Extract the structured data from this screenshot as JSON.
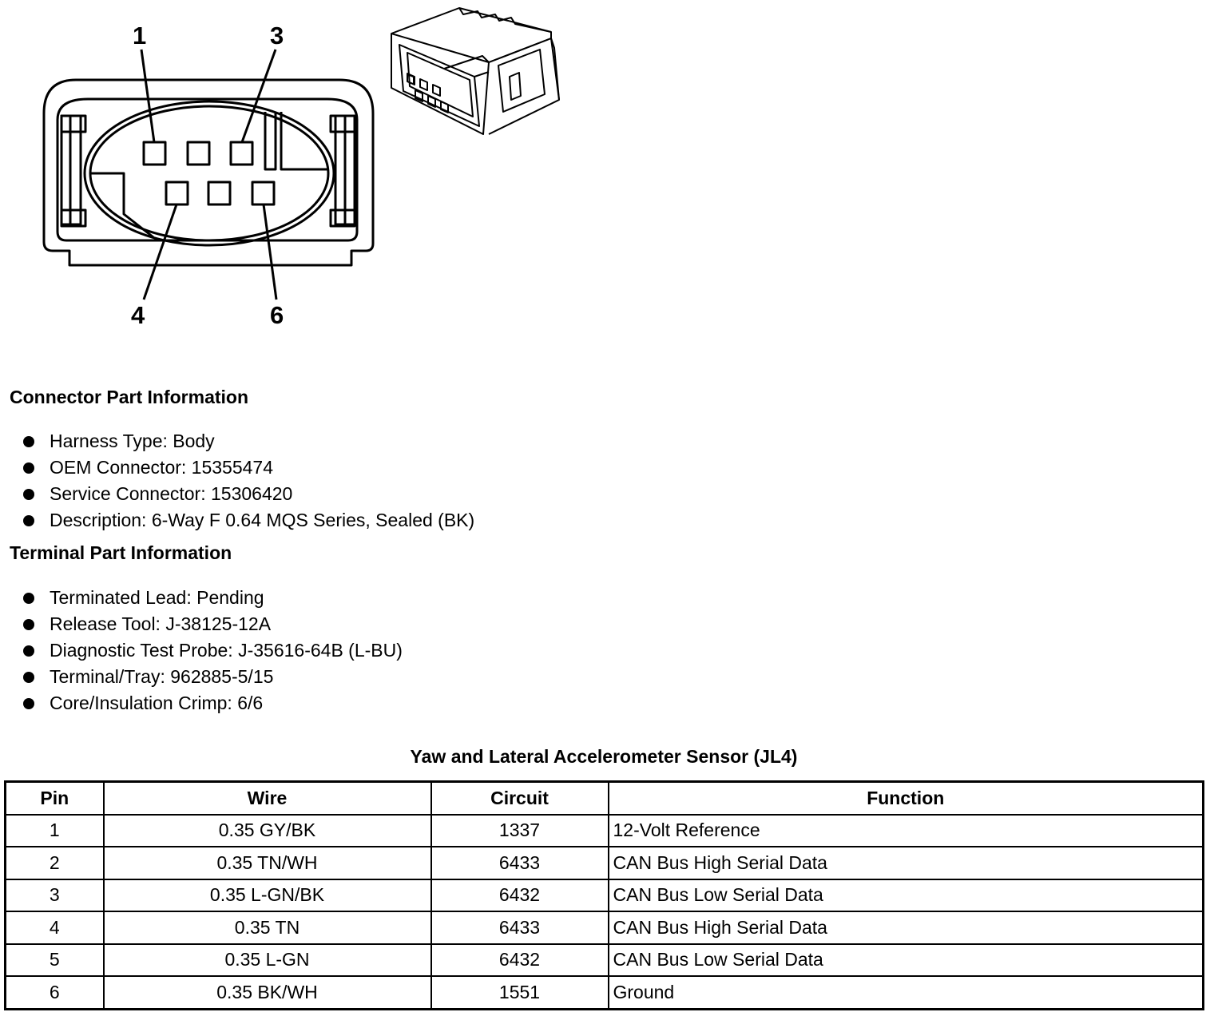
{
  "diagram": {
    "callouts": [
      "1",
      "3",
      "4",
      "6"
    ]
  },
  "connector_info": {
    "heading": "Connector Part Information",
    "items": [
      "Harness Type: Body",
      "OEM Connector: 15355474",
      "Service Connector: 15306420",
      "Description: 6-Way F 0.64 MQS Series, Sealed (BK)"
    ]
  },
  "terminal_info": {
    "heading": "Terminal Part Information",
    "items": [
      "Terminated Lead: Pending",
      "Release Tool: J-38125-12A",
      "Diagnostic Test Probe: J-35616-64B (L-BU)",
      "Terminal/Tray: 962885-5/15",
      "Core/Insulation Crimp: 6/6"
    ]
  },
  "pinout_table": {
    "title": "Yaw and Lateral Accelerometer Sensor (JL4)",
    "headers": [
      "Pin",
      "Wire",
      "Circuit",
      "Function"
    ],
    "rows": [
      [
        "1",
        "0.35 GY/BK",
        "1337",
        "12-Volt Reference"
      ],
      [
        "2",
        "0.35 TN/WH",
        "6433",
        "CAN Bus High Serial Data"
      ],
      [
        "3",
        "0.35 L-GN/BK",
        "6432",
        "CAN Bus Low Serial Data"
      ],
      [
        "4",
        "0.35 TN",
        "6433",
        "CAN Bus High Serial Data"
      ],
      [
        "5",
        "0.35 L-GN",
        "6432",
        "CAN Bus Low Serial Data"
      ],
      [
        "6",
        "0.35 BK/WH",
        "1551",
        "Ground"
      ]
    ]
  }
}
